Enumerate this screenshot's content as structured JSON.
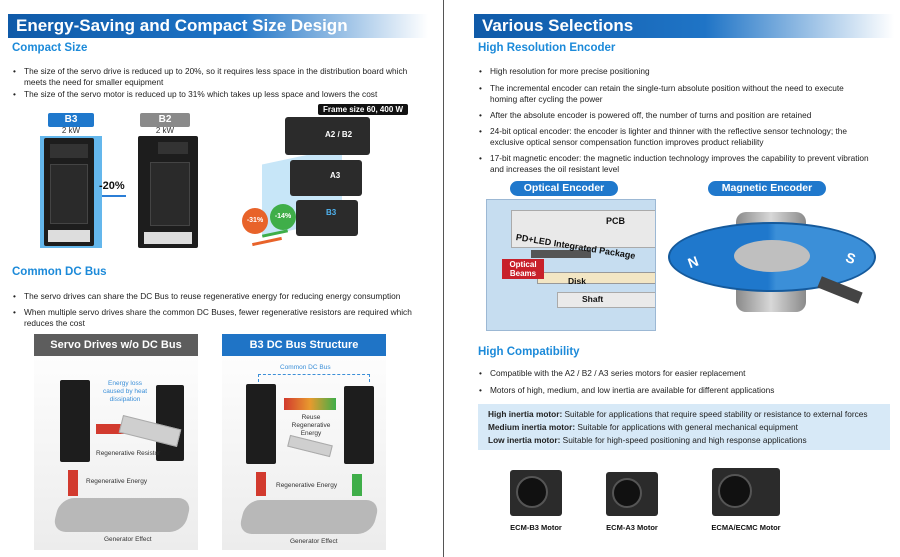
{
  "left": {
    "banner": "Energy-Saving and Compact Size Design",
    "compact_title": "Compact Size",
    "compact_bullets": [
      "The size of the servo drive is reduced up to 20%, so it requires less space in the distribution board which meets the need for smaller equipment",
      "The size of the servo motor is reduced up to 31% which takes up less space and lowers the cost"
    ],
    "b3_label": "B3",
    "b3_power": "2 kW",
    "b2_label": "B2",
    "b2_power": "2 kW",
    "reduction": "-20%",
    "frame_size": "Frame size 60, 400 W",
    "motor_labels": [
      "A2 / B2",
      "A3",
      "B3"
    ],
    "badge_31": "-31%",
    "badge_14": "-14%",
    "dcbus_title": "Common DC Bus",
    "dcbus_bullets": [
      "The servo drives can share the DC Bus to reuse regenerative energy for reducing energy consumption",
      "When multiple servo drives share the common DC Buses, fewer regenerative resistors are required which reduces the cost"
    ],
    "panel1_title": "Servo Drives w/o DC Bus",
    "panel2_title": "B3 DC Bus Structure",
    "p1_energy_loss": "Energy loss caused by heat dissipation",
    "p1_regen_resistor": "Regenerative Resistor",
    "p1_regen_energy": "Regenerative Energy",
    "p1_generator": "Generator Effect",
    "p2_common_bus": "Common DC Bus",
    "p2_reuse": "Reuse Regenerative Energy",
    "p2_regen_energy": "Regenerative Energy",
    "p2_generator": "Generator Effect"
  },
  "right": {
    "banner": "Various Selections",
    "encoder_title": "High Resolution Encoder",
    "encoder_bullets": [
      "High resolution for more precise positioning",
      "The incremental encoder can retain the single-turn absolute position without the need to execute homing after cycling the power",
      "After the absolute encoder is powered off, the number of turns and position are retained",
      "24-bit optical encoder: the encoder is lighter and thinner with the reflective sensor technology; the exclusive optical sensor compensation function improves product reliability",
      "17-bit magnetic encoder: the magnetic induction technology improves the capability to prevent vibration and increases the oil resistant level"
    ],
    "optical_title": "Optical Encoder",
    "magnetic_title": "Magnetic Encoder",
    "pcb": "PCB",
    "pd_led": "PD+LED Integrated Package",
    "optical_beams": "Optical Beams",
    "disk": "Disk",
    "shaft": "Shaft",
    "pole_n": "N",
    "pole_s": "S",
    "compat_title": "High Compatibility",
    "compat_bullets": [
      "Compatible with the A2 / B2 / A3 series motors for easier replacement",
      "Motors of high, medium, and low inertia are available for different applications"
    ],
    "inertia": [
      {
        "label": "High inertia motor:",
        "text": " Suitable for applications that require speed stability or resistance to external forces"
      },
      {
        "label": "Medium inertia motor:",
        "text": " Suitable for applications with general mechanical equipment"
      },
      {
        "label": "Low inertia motor:",
        "text": " Suitable for high-speed positioning and high response applications"
      }
    ],
    "motors": [
      "ECM-B3 Motor",
      "ECM-A3 Motor",
      "ECMA/ECMC Motor"
    ]
  },
  "colors": {
    "banner_blue": "#1f74c6",
    "subhead_blue": "#1c8ad9",
    "panel_gray": "#e6e6e6",
    "highlight": "#d7e9f7"
  }
}
